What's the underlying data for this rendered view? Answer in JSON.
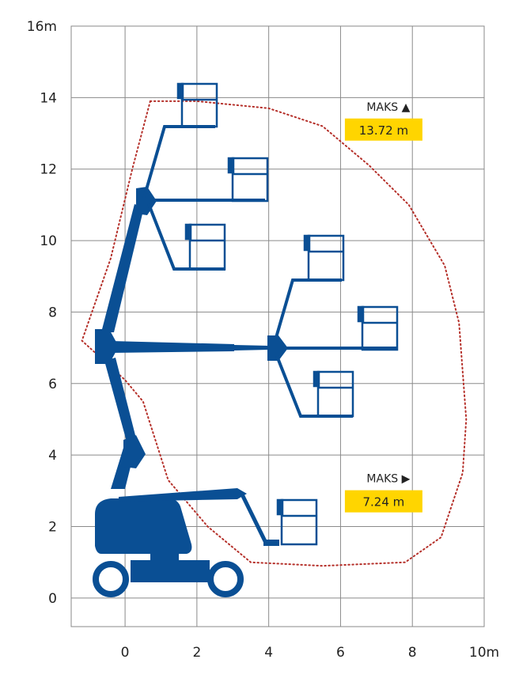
{
  "chart_data": {
    "type": "scatter",
    "x_ticks": [
      "0",
      "2",
      "4",
      "6",
      "8",
      "10m"
    ],
    "y_ticks": [
      "0",
      "2",
      "4",
      "6",
      "8",
      "10",
      "12",
      "14",
      "16m"
    ],
    "xlim": [
      -1.5,
      10
    ],
    "ylim": [
      -0.8,
      16
    ],
    "grid": true,
    "colors": {
      "machine": "#0a4f94",
      "envelope": "#b5302a",
      "highlight": "#ffd500",
      "grid": "#8a8a8a"
    },
    "working_envelope": [
      [
        0.7,
        13.9
      ],
      [
        2.0,
        13.9
      ],
      [
        4.0,
        13.7
      ],
      [
        5.5,
        13.2
      ],
      [
        6.8,
        12.1
      ],
      [
        7.9,
        11.0
      ],
      [
        8.9,
        9.3
      ],
      [
        9.3,
        7.7
      ],
      [
        9.5,
        5.0
      ],
      [
        9.4,
        3.5
      ],
      [
        8.8,
        1.7
      ],
      [
        7.8,
        1.0
      ],
      [
        5.5,
        0.9
      ],
      [
        3.5,
        1.0
      ],
      [
        2.3,
        2.0
      ],
      [
        1.2,
        3.3
      ],
      [
        0.5,
        5.5
      ],
      [
        0.0,
        6.1
      ],
      [
        -1.2,
        7.2
      ],
      [
        -0.4,
        9.5
      ],
      [
        0.2,
        12.0
      ]
    ],
    "annotations": [
      {
        "label": "MAKS",
        "marker": "▲",
        "value": "13.72 m",
        "x": 7.2,
        "y": 13.15
      },
      {
        "label": "MAKS",
        "marker": "▶",
        "value": "7.24 m",
        "x": 7.2,
        "y": 2.75
      }
    ]
  }
}
